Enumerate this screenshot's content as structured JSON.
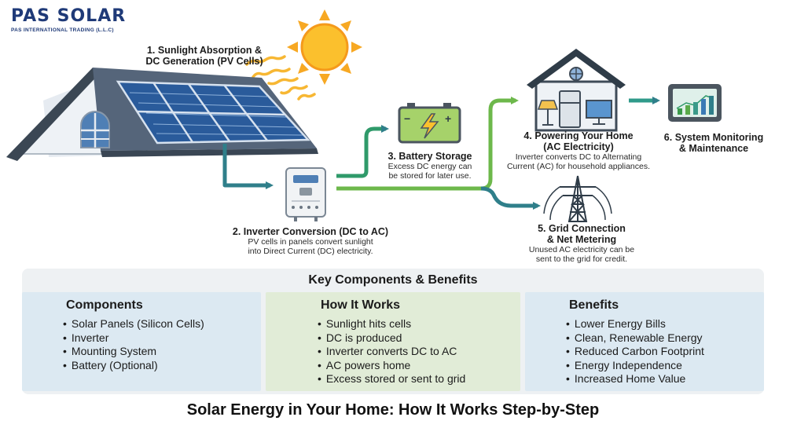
{
  "logo": {
    "name": "PAS SOLAR",
    "subtitle": "PAS INTERNATIONAL TRADING (L.L.C)"
  },
  "steps": {
    "s1": {
      "title_line1": "1. Sunlight Absorption &",
      "title_line2": "DC Generation (PV Cells)"
    },
    "s2": {
      "title": "2. Inverter Conversion (DC to AC)",
      "desc_line1": "PV cells in panels convert sunlight",
      "desc_line2": "into Direct Current (DC) electricity."
    },
    "s3": {
      "title": "3. Battery Storage",
      "desc_line1": "Excess DC energy can",
      "desc_line2": "be stored for later use."
    },
    "s4": {
      "title_line1": "4. Powering Your Home",
      "title_line2": "(AC Electricity)",
      "desc_line1": "Inverter converts DC to Alternating",
      "desc_line2": "Current (AC) for household appliances."
    },
    "s5": {
      "title_line1": "5. Grid Connection",
      "title_line2": "& Net Metering",
      "desc_line1": "Unused AC electricity can be",
      "desc_line2": "sent to the grid for credit."
    },
    "s6": {
      "title_line1": "6. System Monitoring",
      "title_line2": "& Maintenance"
    }
  },
  "battery": {
    "minus": "−",
    "plus": "+"
  },
  "panel": {
    "title": "Key Components & Benefits",
    "columns": [
      {
        "heading": "Components",
        "color": "#dce9f2",
        "items": [
          "Solar Panels (Silicon Cells)",
          "Inverter",
          "Mounting System",
          "Battery (Optional)"
        ]
      },
      {
        "heading": "How It Works",
        "color": "#e1ecd7",
        "items": [
          "Sunlight hits cells",
          "DC is produced",
          "Inverter converts DC to AC",
          "AC powers home",
          "Excess stored or sent to grid"
        ]
      },
      {
        "heading": "Benefits",
        "color": "#dce9f2",
        "items": [
          "Lower Energy Bills",
          "Clean, Renewable Energy",
          "Reduced Carbon Footprint",
          "Energy Independence",
          "Increased Home Value"
        ]
      }
    ]
  },
  "footer": {
    "title": "Solar Energy in Your Home: How It Works Step-by-Step"
  },
  "colors": {
    "teal": "#2f7f8a",
    "green": "#6db84b",
    "navy": "#1f3a78",
    "sun": "#f5b51d",
    "roof": "#4b5b6a",
    "panel": "#2a5b9b"
  }
}
